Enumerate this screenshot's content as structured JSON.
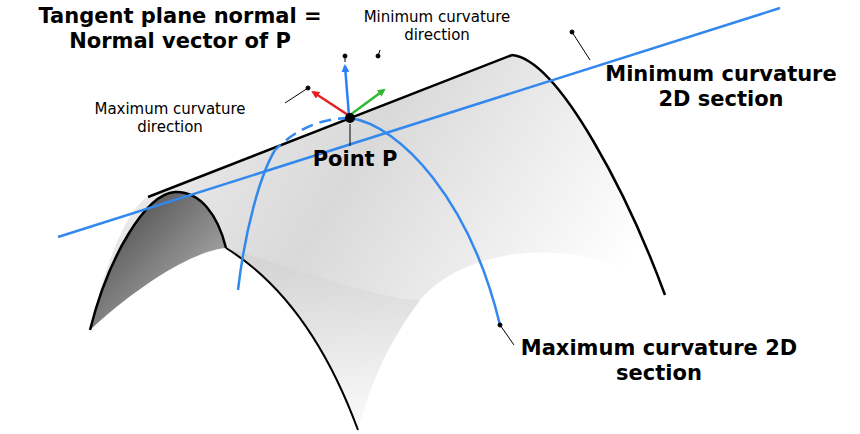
{
  "diagram": {
    "labels": [
      "Tangent plane normal = Normal vector of P",
      "Minimum curvature direction",
      "Maximum curvature direction",
      "Minimum curvature 2D section",
      "Point P",
      "Maximum curvature 2D section"
    ]
  }
}
